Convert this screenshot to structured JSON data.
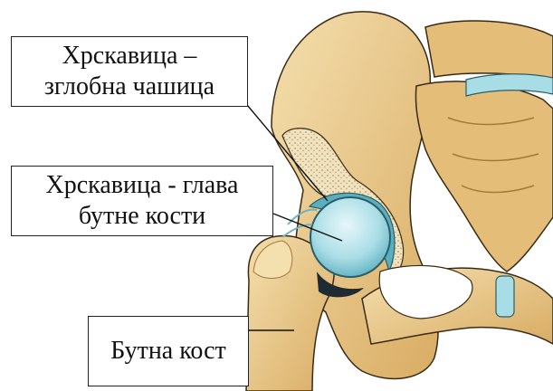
{
  "labels": {
    "cartilage_socket": {
      "line1": "Хрскавица –",
      "line2": "зглобна чашица"
    },
    "cartilage_head": {
      "line1": "Хрскавица - глава",
      "line2": "бутне кости"
    },
    "femur": {
      "text": "Бутна кост"
    }
  },
  "colors": {
    "bone": "#e9c98a",
    "bone_shadow": "#c99a52",
    "bone_light": "#f4dfae",
    "cartilage": "#a9dde6",
    "cartilage_dark": "#5aaebe",
    "spongy": "#efe3c2",
    "outline": "#3a2a14"
  }
}
